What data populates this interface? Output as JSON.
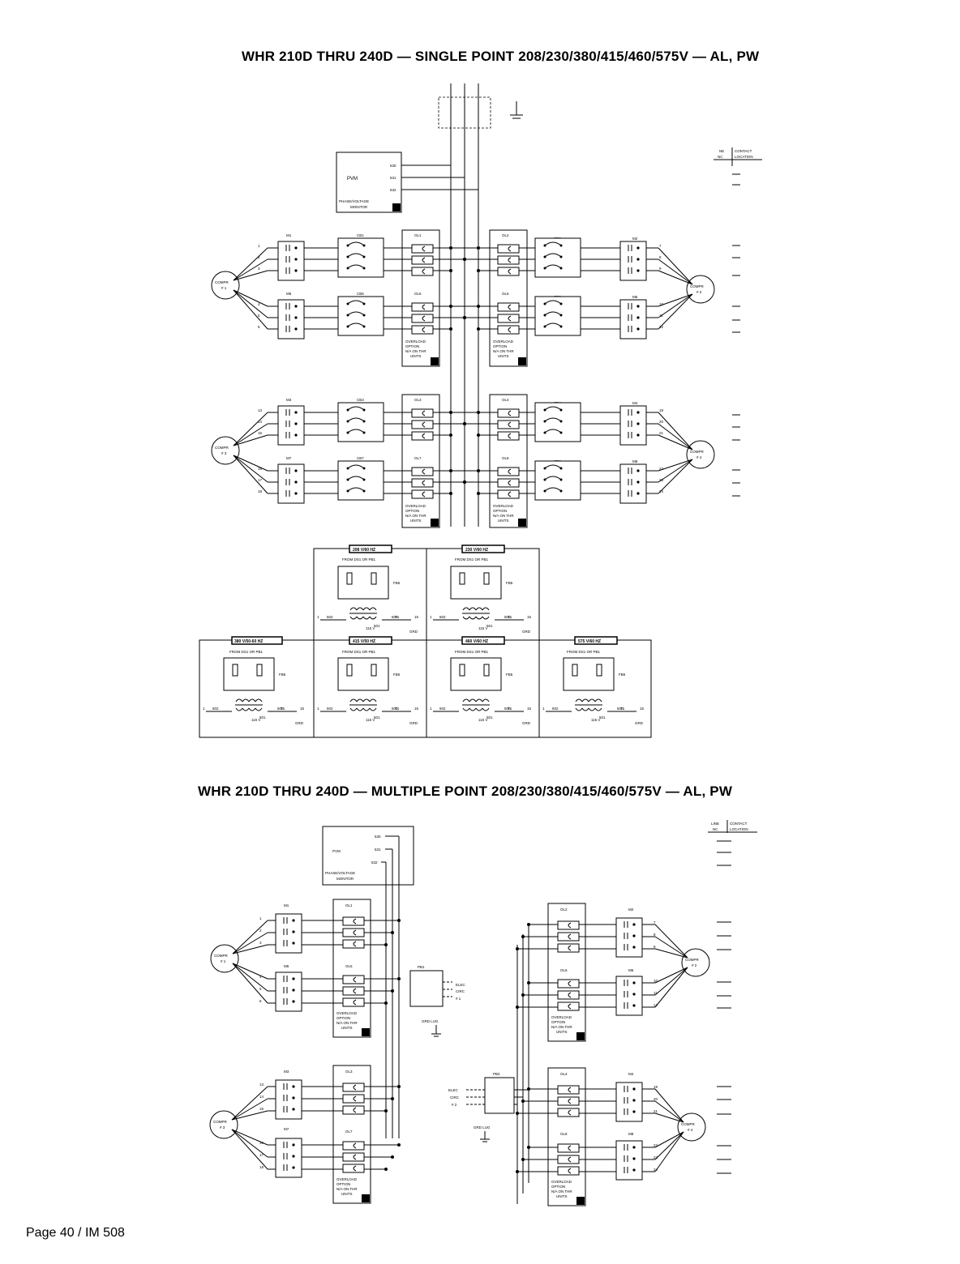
{
  "titles": {
    "single": "WHR 210D THRU 240D — SINGLE POINT 208/230/380/415/460/575V — AL, PW",
    "multiple": "WHR 210D THRU 240D — MULTIPLE POINT 208/230/380/415/460/575V — AL, PW"
  },
  "footer": "Page 40 / IM 508",
  "pvm": {
    "label": "PVM",
    "caption_line1": "PHASE/VOLTAGE",
    "caption_line2": "MONITOR",
    "terminals": [
      "530",
      "531",
      "532"
    ]
  },
  "legend_single": {
    "col1_line1": "NE",
    "col1_line2": "NC",
    "col2_line1": "CONTACT",
    "col2_line2": "LOCATION"
  },
  "legend_multiple": {
    "col1_line1": "LINE",
    "col1_line2": "NC",
    "col2_line1": "CONTACT",
    "col2_line2": "LOCATION"
  },
  "compressors": {
    "c1": {
      "line1": "COMPR",
      "line2": "# 1"
    },
    "c2": {
      "line1": "COMPR",
      "line2": "# 2"
    },
    "c3": {
      "line1": "COMPR",
      "line2": "# 3"
    },
    "c4": {
      "line1": "COMPR",
      "line2": "# 4"
    }
  },
  "contactors": [
    "M1",
    "M5",
    "M2",
    "M6",
    "M3",
    "M7",
    "M4",
    "M8"
  ],
  "breakers": [
    "CB1",
    "CB5",
    "CB2",
    "CB6",
    "CB3",
    "CB7",
    "CB4",
    "CB8"
  ],
  "overloads": [
    "OL1",
    "OL5",
    "OL2",
    "OL6",
    "OL3",
    "OL7",
    "OL4",
    "OL8"
  ],
  "overload_option": {
    "line1": "OVERLOAD",
    "line2": "OPTION",
    "line3": "N/A ON THR",
    "line4": "UNITS"
  },
  "wire_numbers": {
    "c1": [
      "1",
      "2",
      "3",
      "4",
      "5",
      "6"
    ],
    "c2": [
      "7",
      "8",
      "9",
      "10",
      "11",
      "12"
    ],
    "c3": [
      "13",
      "14",
      "15",
      "16",
      "17",
      "18"
    ],
    "c4": [
      "19",
      "20",
      "21",
      "22",
      "23",
      "24"
    ]
  },
  "transformers": [
    {
      "heading": "208 V/60 HZ",
      "from": "FROM DS1 OR PB1"
    },
    {
      "heading": "230 V/60 HZ",
      "from": "FROM DS1 OR PB1"
    },
    {
      "heading": "380 V/50-60 HZ",
      "from": "FROM DS1 OR PB1"
    },
    {
      "heading": "415 V/50 HZ",
      "from": "FROM DS1 OR PB1"
    },
    {
      "heading": "460 V/60 HZ",
      "from": "FROM DS1 OR PB1"
    },
    {
      "heading": "575 V/60 HZ",
      "from": "FROM DS1 OR PB1"
    }
  ],
  "transformer_labels": {
    "fuse": "FB5",
    "t1": "T1",
    "v115": "115 V",
    "grd": "GRD",
    "w502": "502",
    "w500": "500",
    "w501": "501",
    "n1": "1",
    "n15": "15"
  },
  "pb1": {
    "label": "PB1",
    "lines": [
      "ELEC",
      "CIRC",
      "# 1"
    ],
    "lug": "GRD LUG"
  },
  "pb2": {
    "label": "PB2",
    "lines": [
      "ELEC",
      "CIRC",
      "# 2"
    ],
    "lug": "GRD LUG"
  }
}
